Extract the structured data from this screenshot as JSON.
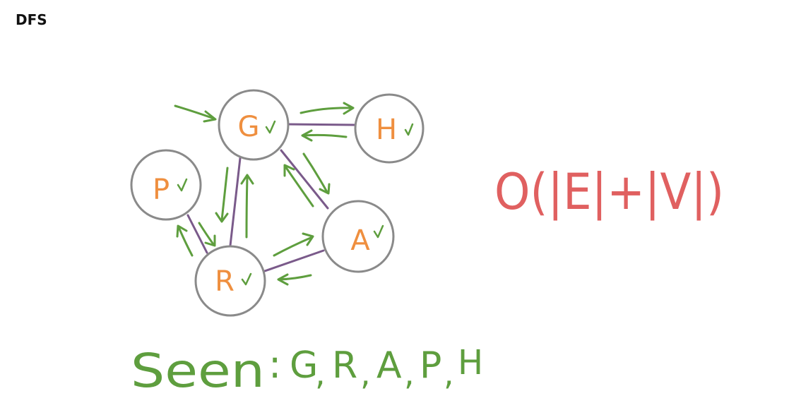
{
  "title": "DFS",
  "nodes": [
    {
      "id": "G",
      "label": "G"
    },
    {
      "id": "H",
      "label": "H"
    },
    {
      "id": "P",
      "label": "P"
    },
    {
      "id": "R",
      "label": "R"
    },
    {
      "id": "A",
      "label": "A"
    }
  ],
  "edges": [
    [
      "G",
      "H"
    ],
    [
      "G",
      "R"
    ],
    [
      "G",
      "A"
    ],
    [
      "P",
      "R"
    ],
    [
      "R",
      "A"
    ]
  ],
  "visited_mark": "check",
  "seen_label": "Seen",
  "seen_order": [
    "G",
    "R",
    "A",
    "P",
    "H"
  ],
  "complexity": "O(|E|+|V|)",
  "colors": {
    "arrows": "#5e9e3e",
    "node_labels": "#ef8f3f",
    "edges": "#7a5a8a",
    "complexity": "#e06060"
  }
}
